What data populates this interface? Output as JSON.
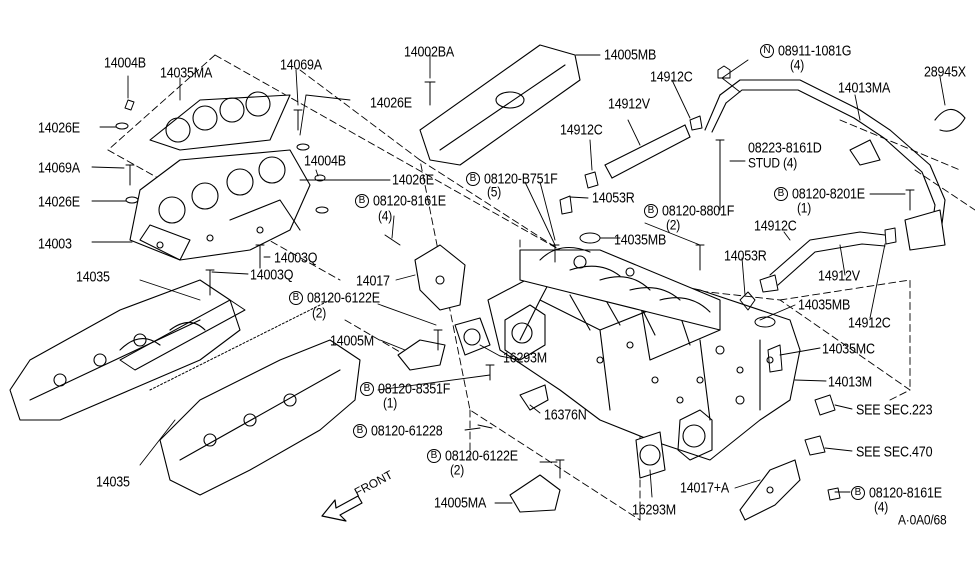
{
  "labels": {
    "l_14004B_a": "14004B",
    "l_14035MA": "14035MA",
    "l_14069A_a": "14069A",
    "l_14026E_a": "14026E",
    "l_14026E_b": "14026E",
    "l_14069A_b": "14069A",
    "l_14004B_b": "14004B",
    "l_14026E_c": "14026E",
    "l_14026E_d": "14026E",
    "l_14003": "14003",
    "l_14003Q_a": "14003Q",
    "l_14003Q_b": "14003Q",
    "l_14035_a": "14035",
    "l_14035_b": "14035",
    "l_14002BA": "14002BA",
    "l_14005MB": "14005MB",
    "l_08120_8161E_a": "08120-8161E",
    "l_qty4_a": "(4)",
    "l_14017": "14017",
    "l_08120_6122E_a": "08120-6122E",
    "l_qty2_a": "(2)",
    "l_14005M": "14005M",
    "l_16293M_a": "16293M",
    "l_08120_8351F": "08120-8351F",
    "l_qty1_a": "(1)",
    "l_08120_61228": "08120-61228",
    "l_16376N": "16376N",
    "l_08120_6122E_b": "08120-6122E",
    "l_qty2_b": "(2)",
    "l_14005MA": "14005MA",
    "l_16293M_b": "16293M",
    "l_14017A": "14017+A",
    "l_08120_8161E_b": "08120-8161E",
    "l_qty4_b": "(4)",
    "l_code": "A·0A0/68",
    "l_08120_B751F": "08120-B751F",
    "l_qty5": "(5)",
    "l_14912C_a": "14912C",
    "l_14912V_a": "14912V",
    "l_14912C_b": "14912C",
    "l_14053R_a": "14053R",
    "l_14035MB_a": "14035MB",
    "l_08120_8801F": "08120-8801F",
    "l_qty2_c": "(2)",
    "l_14053R_b": "14053R",
    "l_08911_1081G": "08911-1081G",
    "l_qty4_c": "(4)",
    "l_08223_8161D": "08223-8161D",
    "l_stud4": "STUD (4)",
    "l_14013MA": "14013MA",
    "l_28945X": "28945X",
    "l_08120_8201E": "08120-8201E",
    "l_qty1_b": "(1)",
    "l_14912C_c": "14912C",
    "l_14912V_b": "14912V",
    "l_14912C_d": "14912C",
    "l_14035MB_b": "14035MB",
    "l_14035MC": "14035MC",
    "l_14013M": "14013M",
    "l_see223": "SEE SEC.223",
    "l_see470": "SEE SEC.470",
    "front": "FRONT"
  },
  "badges": {
    "B": "B",
    "N": "N"
  }
}
